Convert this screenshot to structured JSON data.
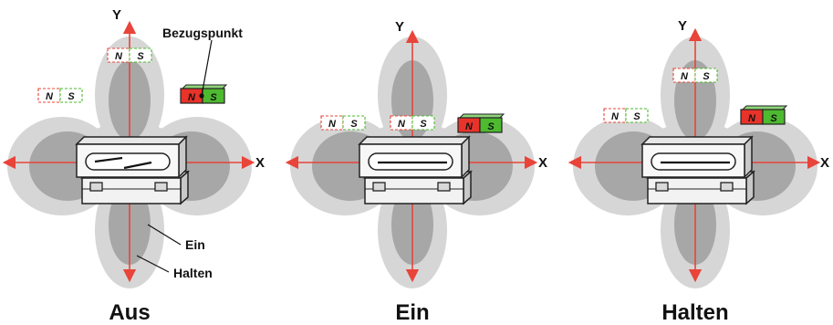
{
  "panels": [
    {
      "title": "Aus",
      "axis_x": "X",
      "axis_y": "Y",
      "callouts": {
        "reference": "Bezugspunkt",
        "on_zone": "Ein",
        "hold_zone": "Halten"
      }
    },
    {
      "title": "Ein",
      "axis_x": "X",
      "axis_y": "Y"
    },
    {
      "title": "Halten",
      "axis_x": "X",
      "axis_y": "Y"
    }
  ],
  "magnet": {
    "north": "N",
    "south": "S"
  },
  "colors": {
    "axis": "#e8443a",
    "hold_zone": "#d6d6d6",
    "on_zone": "#a7a7a7",
    "magnet_north": "#e8332a",
    "magnet_south": "#4dba2f",
    "outline": "#222222"
  }
}
